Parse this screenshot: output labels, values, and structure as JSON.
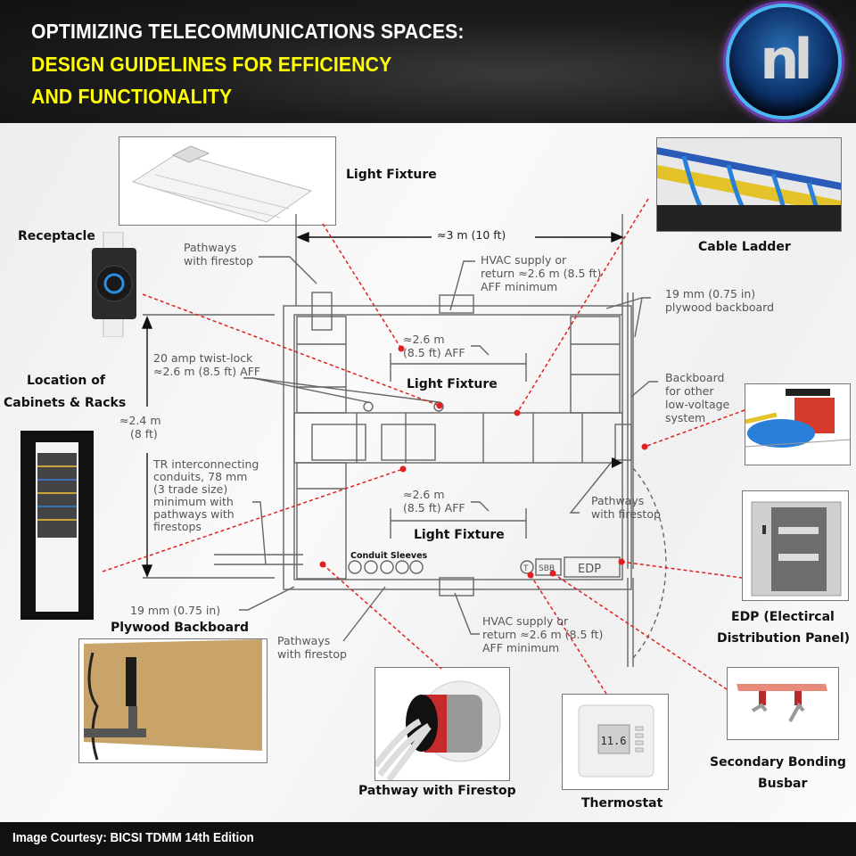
{
  "header": {
    "title_line1": "OPTIMIZING TELECOMMUNICATIONS SPACES:",
    "title_line2": "DESIGN GUIDELINES FOR EFFICIENCY",
    "title_line3": "AND FUNCTIONALITY",
    "logo_text": "nl",
    "colors": {
      "title_white": "#ffffff",
      "title_yellow": "#ffff00",
      "logo_ring": "#4ab8f0"
    }
  },
  "callouts": {
    "light_fixture_top": "Light Fixture",
    "receptacle": "Receptacle",
    "cable_ladder": "Cable Ladder",
    "cabinets_line1": "Location of",
    "cabinets_line2": "Cabinets & Racks",
    "plywood_backboard": "Plywood Backboard",
    "edp_line1": "EDP (Electircal",
    "edp_line2": "Distribution Panel)",
    "busbar_line1": "Secondary Bonding",
    "busbar_line2": "Busbar",
    "thermostat": "Thermostat",
    "pathway_firestop": "Pathway with Firestop",
    "light_fixture_upper": "Light Fixture",
    "light_fixture_lower": "Light Fixture",
    "conduit_sleeves": "Conduit Sleeves"
  },
  "plan_labels": {
    "width_dim": "≈3 m (10 ft)",
    "pathways_top_1": "Pathways",
    "pathways_top_2": "with firestop",
    "hvac_top_1": "HVAC supply or",
    "hvac_top_2": "return ≈2.6 m (8.5 ft)",
    "hvac_top_3": "AFF minimum",
    "plywood_right_1": "19 mm (0.75 in)",
    "plywood_right_2": "plywood backboard",
    "twistlock_1": "20 amp twist-lock",
    "twistlock_2": "≈2.6 m (8.5 ft) AFF",
    "aff_upper_1": "≈2.6 m",
    "aff_upper_2": "(8.5 ft) AFF",
    "height_dim_1": "≈2.4 m",
    "height_dim_2": "(8 ft)",
    "backboard_lv_1": "Backboard",
    "backboard_lv_2": "for other",
    "backboard_lv_3": "low-voltage",
    "backboard_lv_4": "system",
    "conduits_1": "TR interconnecting",
    "conduits_2": "conduits, 78 mm",
    "conduits_3": "(3 trade size)",
    "conduits_4": "minimum with",
    "conduits_5": "pathways with",
    "conduits_6": "firestops",
    "pathways_right_1": "Pathways",
    "pathways_right_2": "with firestop",
    "aff_lower_1": "≈2.6 m",
    "aff_lower_2": "(8.5 ft) AFF",
    "plywood_left": "19 mm (0.75 in)",
    "pathways_bottom_1": "Pathways",
    "pathways_bottom_2": "with firestop",
    "hvac_bottom_1": "HVAC supply or",
    "hvac_bottom_2": "return ≈2.6 m (8.5 ft)",
    "hvac_bottom_3": "AFF minimum",
    "thermostat_symbol": "T",
    "sbb_symbol": "SBB",
    "edp_symbol": "EDP",
    "thermostat_display": "11.6"
  },
  "footer": {
    "credit": "Image Courtesy: BICSI TDMM 14th Edition"
  },
  "colors": {
    "leader_red": "#e02020",
    "plan_line": "#666666"
  }
}
